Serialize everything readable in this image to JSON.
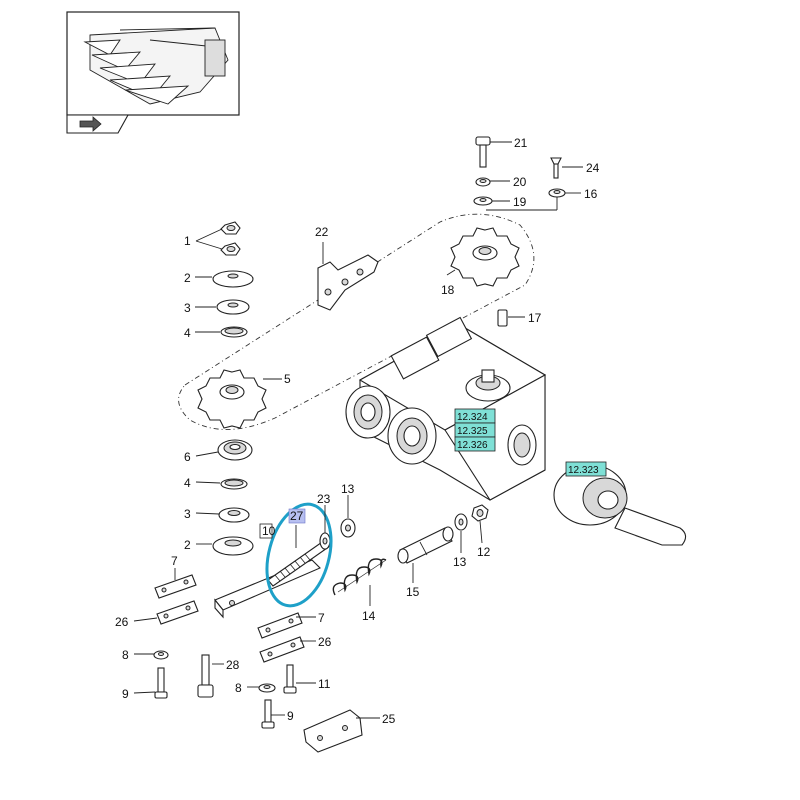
{
  "diagram": {
    "callouts": [
      {
        "id": "c1",
        "text": "1"
      },
      {
        "id": "c2",
        "text": "2"
      },
      {
        "id": "c3a",
        "text": "3"
      },
      {
        "id": "c4a",
        "text": "4"
      },
      {
        "id": "c5",
        "text": "5"
      },
      {
        "id": "c6",
        "text": "6"
      },
      {
        "id": "c4b",
        "text": "4"
      },
      {
        "id": "c3b",
        "text": "3"
      },
      {
        "id": "c2b",
        "text": "2"
      },
      {
        "id": "c7a",
        "text": "7"
      },
      {
        "id": "c26a",
        "text": "26"
      },
      {
        "id": "c8a",
        "text": "8"
      },
      {
        "id": "c9a",
        "text": "9"
      },
      {
        "id": "c28",
        "text": "28"
      },
      {
        "id": "c8b",
        "text": "8"
      },
      {
        "id": "c9b",
        "text": "9"
      },
      {
        "id": "c11",
        "text": "11"
      },
      {
        "id": "c7b",
        "text": "7"
      },
      {
        "id": "c26b",
        "text": "26"
      },
      {
        "id": "c25",
        "text": "25"
      },
      {
        "id": "c14",
        "text": "14"
      },
      {
        "id": "c15",
        "text": "15"
      },
      {
        "id": "c13a",
        "text": "13"
      },
      {
        "id": "c12",
        "text": "12"
      },
      {
        "id": "c13b",
        "text": "13"
      },
      {
        "id": "c23",
        "text": "23"
      },
      {
        "id": "c27",
        "text": "27"
      },
      {
        "id": "c10",
        "text": "10"
      },
      {
        "id": "c22",
        "text": "22"
      },
      {
        "id": "c18",
        "text": "18"
      },
      {
        "id": "c17",
        "text": "17"
      },
      {
        "id": "c21",
        "text": "21"
      },
      {
        "id": "c20",
        "text": "20"
      },
      {
        "id": "c19",
        "text": "19"
      },
      {
        "id": "c24",
        "text": "24"
      },
      {
        "id": "c16",
        "text": "16"
      }
    ],
    "references": [
      {
        "id": "r1",
        "text": "12.324"
      },
      {
        "id": "r2",
        "text": "12.325"
      },
      {
        "id": "r3",
        "text": "12.326"
      },
      {
        "id": "r4",
        "text": "12.323"
      }
    ],
    "colors": {
      "reference_fill": "#7fe0d6",
      "highlight_ring": "#1ea0c8",
      "callout_27_fill": "#b7bff0",
      "line": "#222222"
    }
  }
}
